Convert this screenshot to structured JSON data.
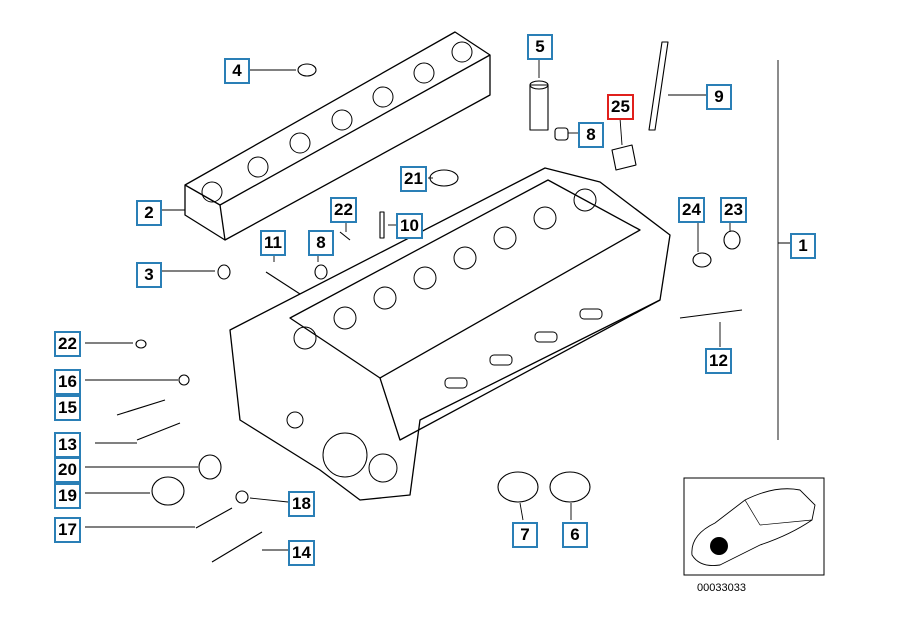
{
  "callouts": {
    "c1": "1",
    "c2": "2",
    "c3": "3",
    "c4": "4",
    "c5": "5",
    "c6": "6",
    "c7": "7",
    "c8a": "8",
    "c8b": "8",
    "c9": "9",
    "c10": "10",
    "c11": "11",
    "c12": "12",
    "c13": "13",
    "c14": "14",
    "c15": "15",
    "c16": "16",
    "c17": "17",
    "c18": "18",
    "c19": "19",
    "c20": "20",
    "c21": "21",
    "c22a": "22",
    "c22b": "22",
    "c23": "23",
    "c24": "24",
    "c25": "25"
  },
  "highlight_part": "25",
  "diagram_code": "00033033",
  "colors": {
    "callout_border": "#2a7fb6",
    "highlight_border": "#e0201c",
    "line": "#000000",
    "locator_dot": "#000000"
  }
}
